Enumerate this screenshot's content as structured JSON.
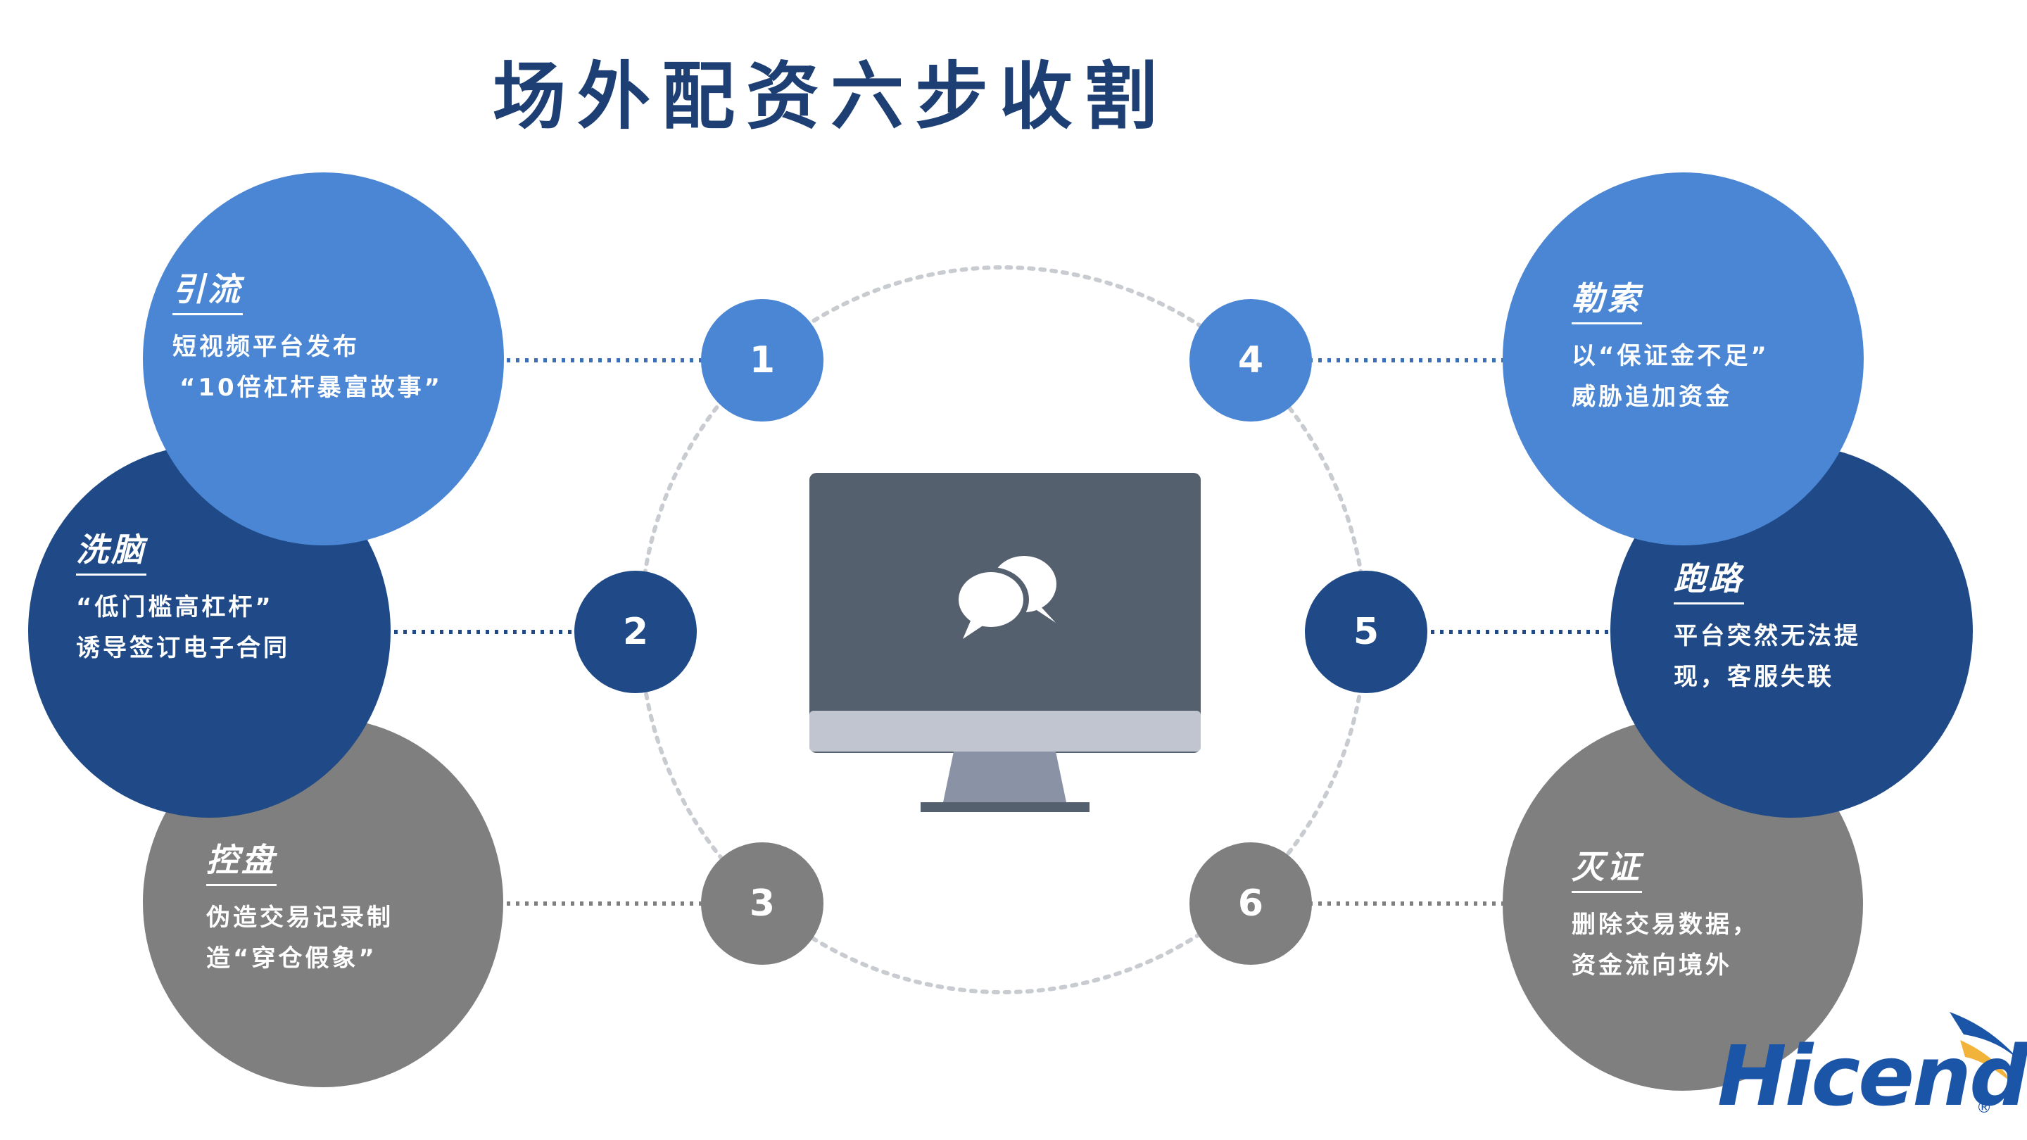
{
  "title": "场外配资六步收割",
  "steps": [
    {
      "number": "1",
      "heading": "引流",
      "lines": [
        "短视频平台发布",
        "“10倍杠杆暴富故事”"
      ]
    },
    {
      "number": "2",
      "heading": "洗脑",
      "lines": [
        "“低门槛高杠杆”",
        "诱导签订电子合同"
      ]
    },
    {
      "number": "3",
      "heading": "控盘",
      "lines": [
        "伪造交易记录制",
        "造“穿仓假象”"
      ]
    },
    {
      "number": "4",
      "heading": "勒索",
      "lines": [
        "以“保证金不足”",
        "威胁追加资金"
      ]
    },
    {
      "number": "5",
      "heading": "跑路",
      "lines": [
        "平台突然无法提",
        "现，客服失联"
      ]
    },
    {
      "number": "6",
      "heading": "灭证",
      "lines": [
        "删除交易数据，",
        "资金流向境外"
      ]
    }
  ],
  "center_icon": "chat-bubbles-icon",
  "monitor_icon": "monitor-icon",
  "logo": {
    "text": "Hicend",
    "mark": "®"
  },
  "colors": {
    "light_blue": "#4a86d4",
    "dark_blue": "#1f4a87",
    "gray": "#7f7f7f",
    "title": "#1d3f73",
    "monitor_screen": "#55606f",
    "monitor_base": "#c0c5cf",
    "logo": "#1b55a8"
  }
}
